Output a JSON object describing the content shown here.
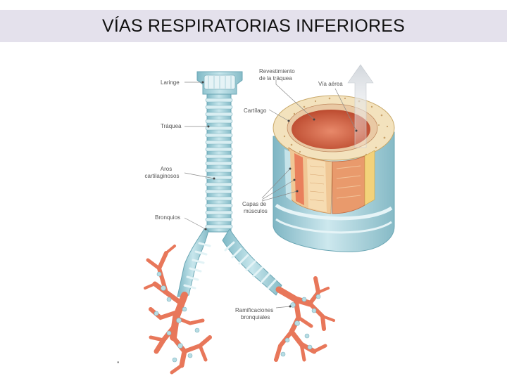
{
  "title": "VÍAS RESPIRATORIAS INFERIORES",
  "diagram": {
    "labels": {
      "laringe": "Laringe",
      "traquea": "Tráquea",
      "aros_line1": "Aros",
      "aros_line2": "cartilaginosos",
      "bronquios": "Bronquios",
      "revestimiento_line1": "Revestimiento",
      "revestimiento_line2": "de la tráquea",
      "via_aerea": "Vía aérea",
      "cartilago": "Cartílago",
      "capas_line1": "Capas de",
      "capas_line2": "músculos",
      "ramificaciones_line1": "Ramificaciones",
      "ramificaciones_line2": "bronquiales"
    },
    "footnote_mark": "\""
  },
  "colors": {
    "airway_blue": "#9fcfd8",
    "ring_blue": "#c4e4ea",
    "bronchial_orange": "#e8775a",
    "lumen_red": "#cf5a3a",
    "cartilage_cream": "#f3e2bd",
    "title_band": "#e4e1ec"
  }
}
